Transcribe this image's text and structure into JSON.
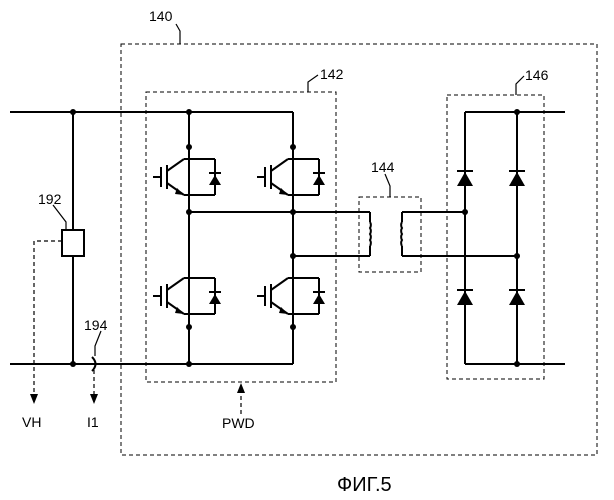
{
  "labels": {
    "converter": "140",
    "inverter": "142",
    "transformer": "144",
    "rectifier": "146",
    "voltage_sensor": "192",
    "current_sensor": "194",
    "voltage_signal": "VH",
    "current_signal": "I1",
    "pwm_signal": "PWD"
  },
  "caption": "ФИГ.5"
}
